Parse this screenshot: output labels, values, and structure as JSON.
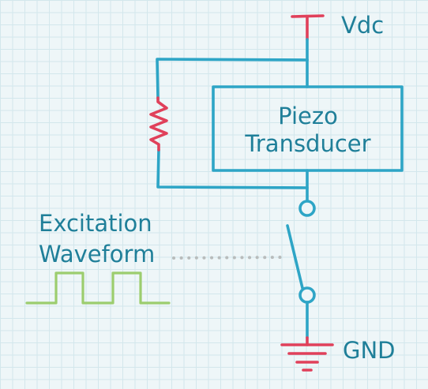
{
  "labels": {
    "supply": "Vdc",
    "ground": "GND",
    "transducer_line1": "Piezo",
    "transducer_line2": "Transducer",
    "waveform_line1": "Excitation",
    "waveform_line2": "Waveform"
  },
  "colors": {
    "wire": "#2ea5c6",
    "power_and_resistor": "#e0405a",
    "waveform": "#9ccd6e",
    "control_link": "#b8bcbc",
    "text": "#1f7f99"
  }
}
